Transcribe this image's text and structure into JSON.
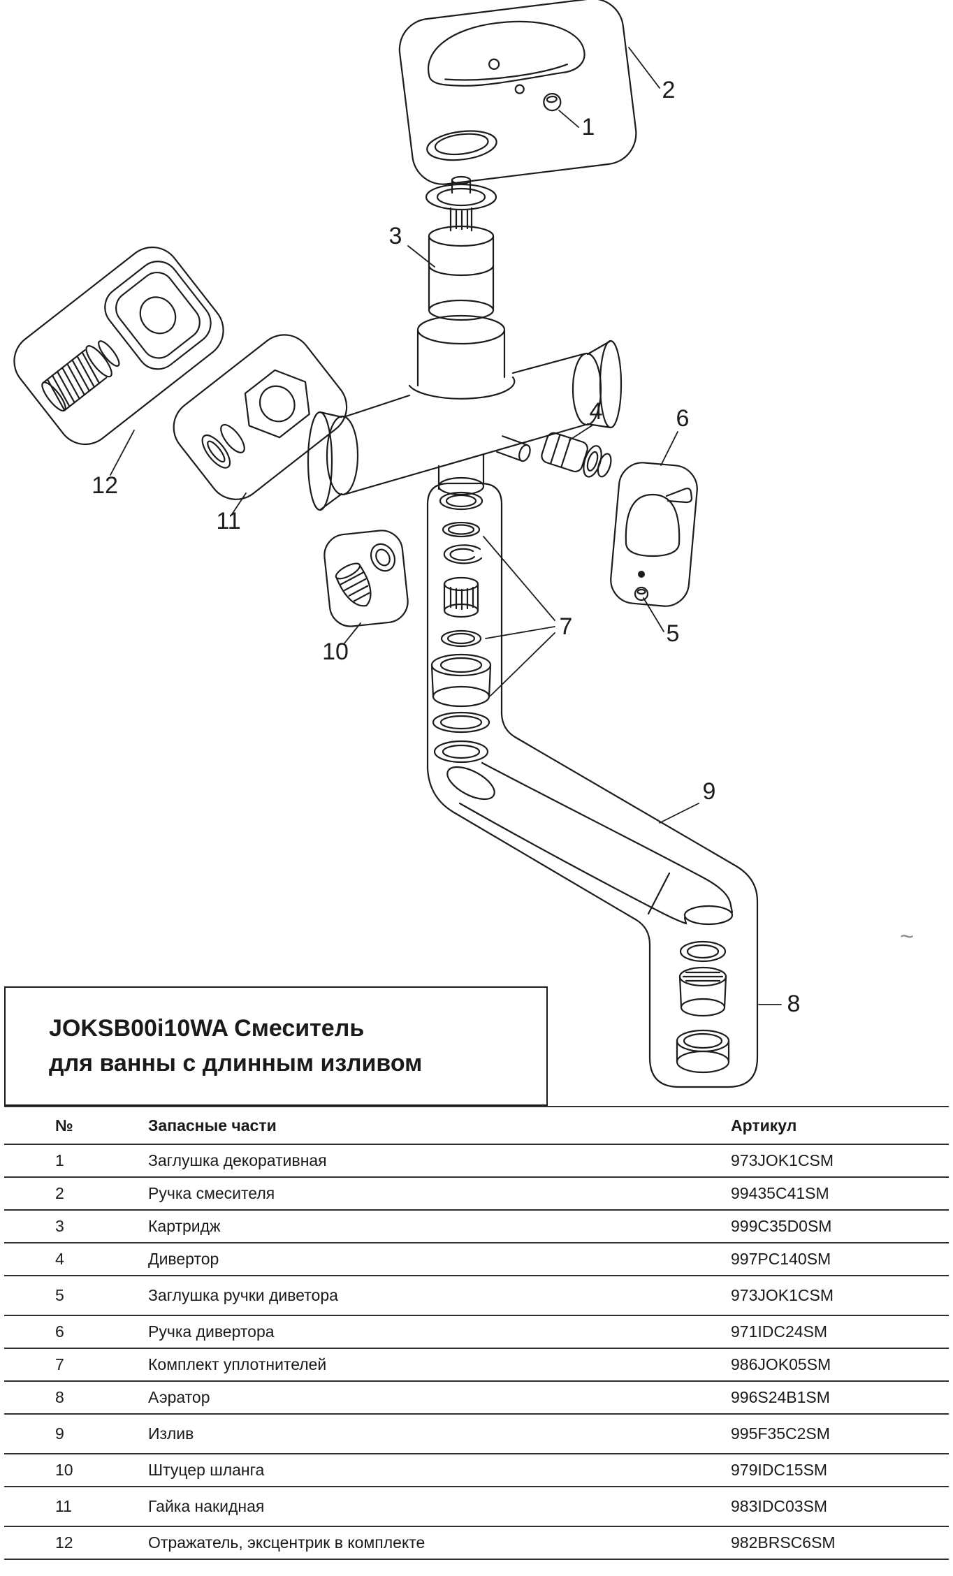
{
  "product": {
    "title_line1": "JOKSB00i10WA Смеситель",
    "title_line2": "для ванны с длинным изливом"
  },
  "diagram": {
    "line_color": "#1c1c1c",
    "stray_mark": "~",
    "callouts": {
      "c1": "1",
      "c2": "2",
      "c3": "3",
      "c4": "4",
      "c5": "5",
      "c6": "6",
      "c7": "7",
      "c8": "8",
      "c9": "9",
      "c10": "10",
      "c11": "11",
      "c12": "12"
    }
  },
  "table": {
    "headers": {
      "num": "№",
      "name": "Запасные части",
      "article": "Артикул"
    },
    "rows": [
      {
        "num": "1",
        "name": "Заглушка декоративная",
        "article": "973JOK1CSM"
      },
      {
        "num": "2",
        "name": "Ручка смесителя",
        "article": "99435C41SM"
      },
      {
        "num": "3",
        "name": "Картридж",
        "article": "999C35D0SM"
      },
      {
        "num": "4",
        "name": "Дивертор",
        "article": "997PC140SM"
      },
      {
        "num": "5",
        "name": "Заглушка ручки диветора",
        "article": "973JOK1CSM"
      },
      {
        "num": "6",
        "name": "Ручка дивертора",
        "article": "971IDC24SM"
      },
      {
        "num": "7",
        "name": "Комплект уплотнителей",
        "article": "986JOK05SM"
      },
      {
        "num": "8",
        "name": "Аэратор",
        "article": "996S24B1SM"
      },
      {
        "num": "9",
        "name": "Излив",
        "article": "995F35C2SM"
      },
      {
        "num": "10",
        "name": "Штуцер шланга",
        "article": "979IDC15SM"
      },
      {
        "num": "11",
        "name": "Гайка накидная",
        "article": "983IDC03SM"
      },
      {
        "num": "12",
        "name": "Отражатель, эксцентрик в комплекте",
        "article": "982BRSC6SM"
      }
    ]
  }
}
